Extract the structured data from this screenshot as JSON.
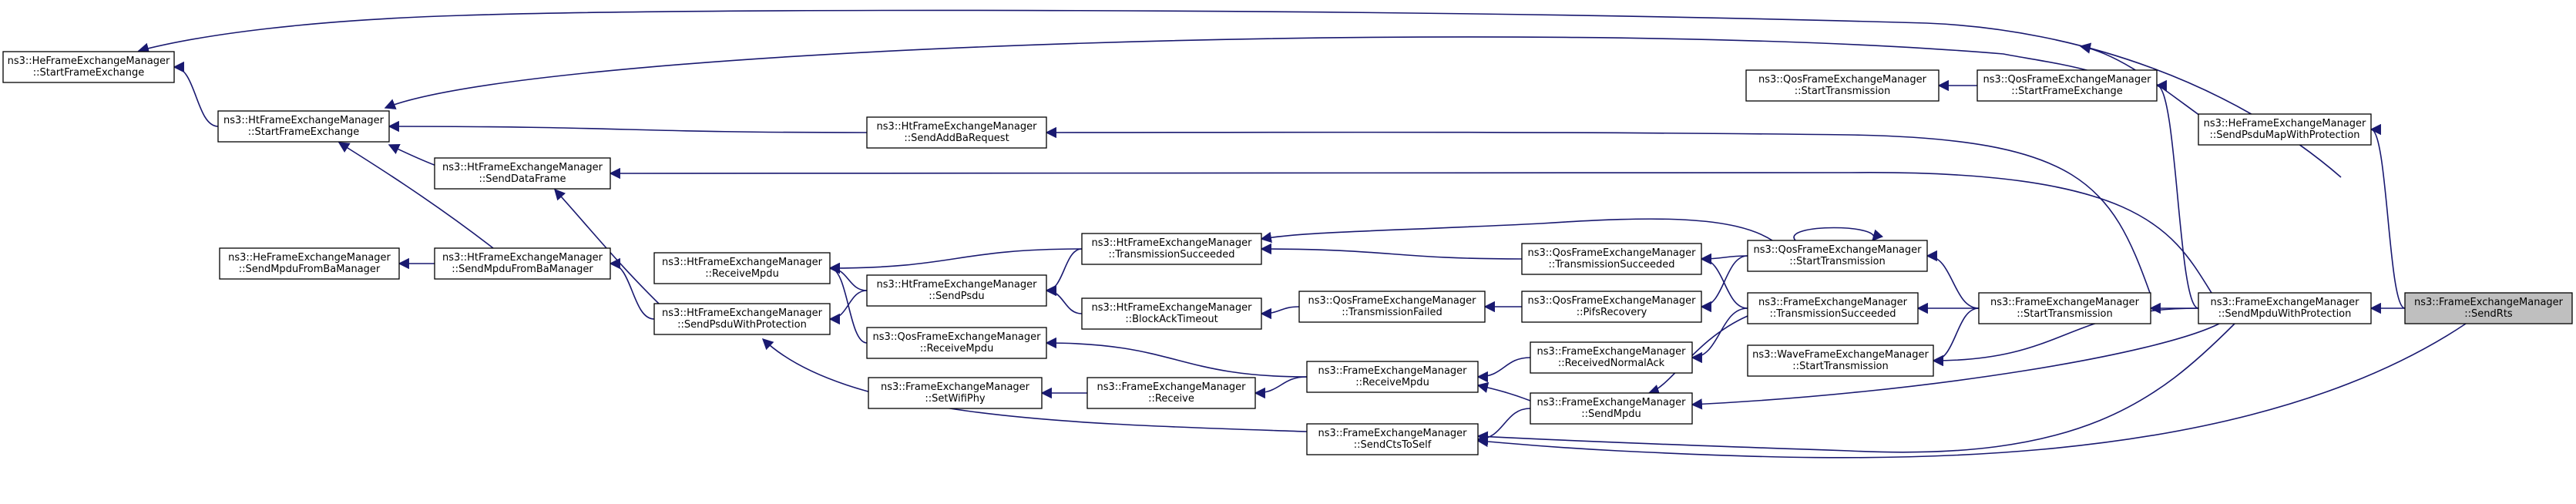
{
  "graph": {
    "edge_color": "#191970",
    "highlight_fill": "#bfbfbf",
    "nodes": [
      {
        "id": "send_rts",
        "line1": "ns3::FrameExchangeManager",
        "line2": "::SendRts",
        "highlight": true
      },
      {
        "id": "he_startframeexchange",
        "line1": "ns3::HeFrameExchangeManager",
        "line2": "::StartFrameExchange"
      },
      {
        "id": "ht_startframeexchange",
        "line1": "ns3::HtFrameExchangeManager",
        "line2": "::StartFrameExchange"
      },
      {
        "id": "ht_sendaddbarequest",
        "line1": "ns3::HtFrameExchangeManager",
        "line2": "::SendAddBaRequest"
      },
      {
        "id": "ht_senddataframe",
        "line1": "ns3::HtFrameExchangeManager",
        "line2": "::SendDataFrame"
      },
      {
        "id": "he_sendmpdufrombamanager",
        "line1": "ns3::HeFrameExchangeManager",
        "line2": "::SendMpduFromBaManager"
      },
      {
        "id": "ht_sendmpdufrombamanager",
        "line1": "ns3::HtFrameExchangeManager",
        "line2": "::SendMpduFromBaManager"
      },
      {
        "id": "ht_receivempdu",
        "line1": "ns3::HtFrameExchangeManager",
        "line2": "::ReceiveMpdu"
      },
      {
        "id": "ht_sendpsduwithprotection",
        "line1": "ns3::HtFrameExchangeManager",
        "line2": "::SendPsduWithProtection"
      },
      {
        "id": "ht_sendpsdu",
        "line1": "ns3::HtFrameExchangeManager",
        "line2": "::SendPsdu"
      },
      {
        "id": "ht_transmissionsucceeded",
        "line1": "ns3::HtFrameExchangeManager",
        "line2": "::TransmissionSucceeded"
      },
      {
        "id": "ht_blockacktimeout",
        "line1": "ns3::HtFrameExchangeManager",
        "line2": "::BlockAckTimeout"
      },
      {
        "id": "qos_receivempdu",
        "line1": "ns3::QosFrameExchangeManager",
        "line2": "::ReceiveMpdu"
      },
      {
        "id": "fem_setwifiphy",
        "line1": "ns3::FrameExchangeManager",
        "line2": "::SetWifiPhy"
      },
      {
        "id": "fem_receive",
        "line1": "ns3::FrameExchangeManager",
        "line2": "::Receive"
      },
      {
        "id": "qos_transmissionfailed",
        "line1": "ns3::QosFrameExchangeManager",
        "line2": "::TransmissionFailed"
      },
      {
        "id": "fem_receivempdu",
        "line1": "ns3::FrameExchangeManager",
        "line2": "::ReceiveMpdu"
      },
      {
        "id": "fem_sendctstoself",
        "line1": "ns3::FrameExchangeManager",
        "line2": "::SendCtsToSelf"
      },
      {
        "id": "qos_transmissionsucceeded",
        "line1": "ns3::QosFrameExchangeManager",
        "line2": "::TransmissionSucceeded"
      },
      {
        "id": "qos_pifsrecovery",
        "line1": "ns3::QosFrameExchangeManager",
        "line2": "::PifsRecovery"
      },
      {
        "id": "fem_receivednormalack",
        "line1": "ns3::FrameExchangeManager",
        "line2": "::ReceivedNormalAck"
      },
      {
        "id": "fem_sendmpdu",
        "line1": "ns3::FrameExchangeManager",
        "line2": "::SendMpdu"
      },
      {
        "id": "qos_starttransmission_a",
        "line1": "ns3::QosFrameExchangeManager",
        "line2": "::StartTransmission"
      },
      {
        "id": "qos_startframeexchange",
        "line1": "ns3::QosFrameExchangeManager",
        "line2": "::StartFrameExchange"
      },
      {
        "id": "qos_starttransmission_b",
        "line1": "ns3::QosFrameExchangeManager",
        "line2": "::StartTransmission"
      },
      {
        "id": "fem_transmissionsucceeded",
        "line1": "ns3::FrameExchangeManager",
        "line2": "::TransmissionSucceeded"
      },
      {
        "id": "wave_starttransmission",
        "line1": "ns3::WaveFrameExchangeManager",
        "line2": "::StartTransmission"
      },
      {
        "id": "fem_starttransmission",
        "line1": "ns3::FrameExchangeManager",
        "line2": "::StartTransmission"
      },
      {
        "id": "fem_sendmpduwithprotection",
        "line1": "ns3::FrameExchangeManager",
        "line2": "::SendMpduWithProtection"
      },
      {
        "id": "he_sendpsdumapwithprotection",
        "line1": "ns3::HeFrameExchangeManager",
        "line2": "::SendPsduMapWithProtection"
      }
    ],
    "edges": [
      {
        "from": "ht_startframeexchange",
        "to": "he_startframeexchange"
      },
      {
        "from": "send_rts",
        "to": "he_startframeexchange"
      },
      {
        "from": "fem_sendmpduwithprotection",
        "to": "ht_startframeexchange"
      },
      {
        "from": "ht_sendaddbarequest",
        "to": "ht_startframeexchange"
      },
      {
        "from": "ht_senddataframe",
        "to": "ht_startframeexchange"
      },
      {
        "from": "ht_sendmpdufrombamanager",
        "to": "ht_startframeexchange"
      },
      {
        "from": "ht_sendmpdufrombamanager",
        "to": "he_sendmpdufrombamanager"
      },
      {
        "from": "ht_sendpsduwithprotection",
        "to": "ht_sendmpdufrombamanager"
      },
      {
        "from": "ht_sendpsduwithprotection",
        "to": "ht_senddataframe"
      },
      {
        "from": "ht_sendpsdu",
        "to": "ht_receivempdu"
      },
      {
        "from": "ht_transmissionsucceeded",
        "to": "ht_receivempdu"
      },
      {
        "from": "ht_sendpsdu",
        "to": "ht_sendpsduwithprotection"
      },
      {
        "from": "ht_transmissionsucceeded",
        "to": "ht_sendpsdu"
      },
      {
        "from": "ht_blockacktimeout",
        "to": "ht_sendpsdu"
      },
      {
        "from": "qos_transmissionsucceeded",
        "to": "ht_transmissionsucceeded"
      },
      {
        "from": "qos_starttransmission_a",
        "to": "ht_transmissionsucceeded"
      },
      {
        "from": "qos_transmissionfailed",
        "to": "ht_blockacktimeout"
      },
      {
        "from": "qos_receivempdu",
        "to": "ht_receivempdu"
      },
      {
        "from": "fem_receivempdu",
        "to": "qos_receivempdu"
      },
      {
        "from": "fem_receive",
        "to": "fem_setwifiphy"
      },
      {
        "from": "fem_receivempdu",
        "to": "fem_receive"
      },
      {
        "from": "qos_pifsrecovery",
        "to": "qos_transmissionfailed"
      },
      {
        "from": "fem_receivednormalack",
        "to": "fem_receivempdu"
      },
      {
        "from": "fem_sendmpdu",
        "to": "fem_receivempdu"
      },
      {
        "from": "fem_sendctstoself",
        "to": "ht_sendpsduwithprotection"
      },
      {
        "from": "fem_sendmpdu",
        "to": "fem_sendctstoself"
      },
      {
        "from": "qos_starttransmission_a",
        "to": "qos_transmissionsucceeded"
      },
      {
        "from": "qos_starttransmission_a",
        "to": "qos_pifsrecovery"
      },
      {
        "from": "fem_transmissionsucceeded",
        "to": "fem_receivednormalack"
      },
      {
        "from": "fem_transmissionsucceeded",
        "to": "qos_transmissionsucceeded"
      },
      {
        "from": "fem_transmissionsucceeded",
        "to": "fem_sendmpdu"
      },
      {
        "from": "qos_starttransmission_a",
        "to": "qos_starttransmission_a"
      },
      {
        "from": "qos_startframeexchange",
        "to": "qos_starttransmission_b"
      },
      {
        "from": "fem_starttransmission",
        "to": "qos_starttransmission_a"
      },
      {
        "from": "fem_starttransmission",
        "to": "fem_transmissionsucceeded"
      },
      {
        "from": "fem_starttransmission",
        "to": "wave_starttransmission"
      },
      {
        "from": "fem_sendmpduwithprotection",
        "to": "fem_starttransmission"
      },
      {
        "from": "fem_sendmpduwithprotection",
        "to": "qos_startframeexchange"
      },
      {
        "from": "fem_sendmpduwithprotection",
        "to": "ht_sendaddbarequest"
      },
      {
        "from": "fem_sendmpduwithprotection",
        "to": "ht_senddataframe"
      },
      {
        "from": "fem_sendmpduwithprotection",
        "to": "wave_starttransmission"
      },
      {
        "from": "fem_sendmpduwithprotection",
        "to": "fem_sendmpdu"
      },
      {
        "from": "fem_sendmpduwithprotection",
        "to": "fem_sendctstoself"
      },
      {
        "from": "send_rts",
        "to": "fem_sendmpduwithprotection"
      },
      {
        "from": "send_rts",
        "to": "he_sendpsdumapwithprotection"
      },
      {
        "from": "he_sendpsdumapwithprotection",
        "to": "he_startframeexchange"
      },
      {
        "from": "send_rts",
        "to": "fem_sendctstoself"
      }
    ]
  }
}
